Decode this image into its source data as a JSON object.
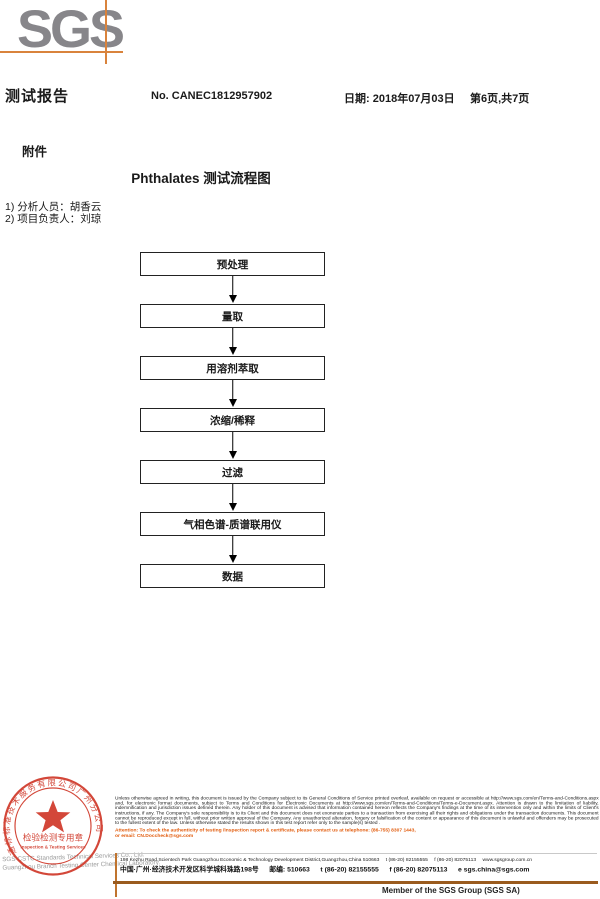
{
  "header": {
    "logo_text": "SGS",
    "report_title": "测试报告",
    "report_no": "No. CANEC1812957902",
    "date": "日期: 2018年07月03日",
    "page_info": "第6页,共7页"
  },
  "attachment": {
    "label": "附件",
    "flow_title": "Phthalates 测试流程图",
    "note1": "1) 分析人员：胡香云",
    "note2": "2) 项目负责人：刘琼"
  },
  "flowchart": {
    "steps": [
      "预处理",
      "量取",
      "用溶剂萃取",
      "浓缩/稀释",
      "过滤",
      "气相色谱-质谱联用仪",
      "数据"
    ]
  },
  "stamp": {
    "ring_text": "通标标准技术服务有限公司广州分公司",
    "center_line1": "检验检测专用章",
    "center_line2": "Inspection & Testing Services"
  },
  "footer": {
    "company_line1": "SGS-CSTC Standards Technical Services Co., Ltd.",
    "company_line2": "Guangzhou Branch Testing Center Chemical Laboratory.",
    "legal_text": "Unless otherwise agreed in writing, this document is issued by the Company subject to its General Conditions of Service printed overleaf, available on request or accessible at http://www.sgs.com/en/Terms-and-Conditions.aspx and, for electronic format documents, subject to Terms and Conditions for Electronic Documents at http://www.sgs.com/en/Terms-and-Conditions/Terms-e-Document.aspx. Attention is drawn to the limitation of liability, indemnification and jurisdiction issues defined therein. Any holder of this document is advised that information contained hereon reflects the Company's findings at the time of its intervention only and within the limits of Client's instructions, if any. The Company's sole responsibility is to its Client and this document does not exonerate parties to a transaction from exercising all their rights and obligations under the transaction documents. This document cannot be reproduced except in full, without prior written approval of the Company. Any unauthorized alteration, forgery or falsification of the content or appearance of this document is unlawful and offenders may be prosecuted to the fullest extent of the law. Unless otherwise stated the results shown in this test report refer only to the sample(s) tested .",
    "attention_line1": "Attention: To check the authenticity of testing /inspection report & certificate, please contact us at telephone: (86-755) 8307 1443,",
    "attention_line2": "or email: CN.Doccheck@sgs.com",
    "address_en": "198 Kezhu Road,Scientech Park Guangzhou Economic & Technology Development District,Guangzhou,China 510663",
    "address_en_tel": "t (86-20) 82155555",
    "address_en_fax": "f (86-20) 82075113",
    "address_en_web": "www.sgsgroup.com.cn",
    "address_cn": "中国·广州·经济技术开发区科学城科珠路198号",
    "address_cn_post": "邮编: 510663",
    "address_cn_tel": "t (86-20) 82155555",
    "address_cn_fax": "f (86-20) 82075113",
    "address_cn_email": "e sgs.china@sgs.com",
    "membership": "Member of the SGS Group (SGS SA)"
  },
  "colors": {
    "logo_gray": "#87868a",
    "accent_orange": "#d9833c",
    "attention_orange": "#e25c0d",
    "footer_line_brown": "#9a5b1e",
    "stamp_red": "#d03a2b"
  }
}
